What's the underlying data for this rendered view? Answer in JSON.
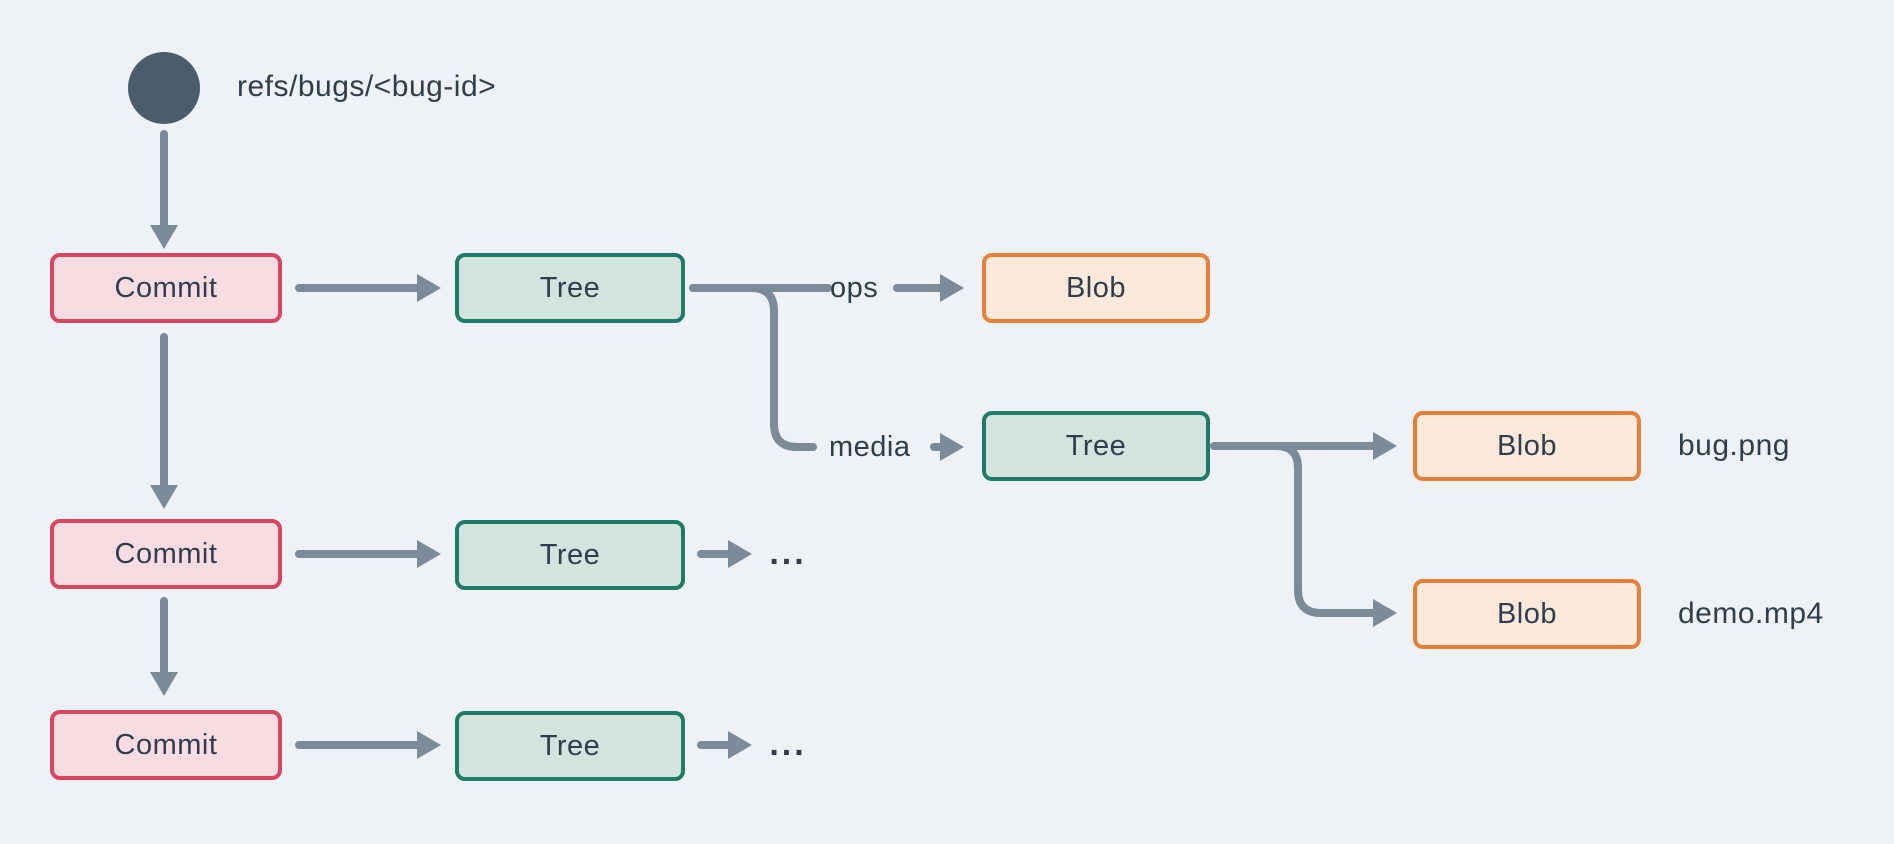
{
  "diagram": {
    "ref": {
      "label": "refs/bugs/<bug-id>"
    },
    "node_labels": {
      "commit": "Commit",
      "tree": "Tree",
      "blob": "Blob"
    },
    "edge_labels": {
      "ops": "ops",
      "media": "media"
    },
    "file_annotations": {
      "bug_png": "bug.png",
      "demo_mp4": "demo.mp4"
    },
    "ellipsis": "...",
    "colors": {
      "background": "#eef1f5",
      "connector": "#7b8b99",
      "ref_circle": "#4b5c6b",
      "text": "#2e3e4e",
      "commit_fill": "#f9dce1",
      "commit_border": "#d8455f",
      "tree_fill": "#d3e4de",
      "tree_border": "#1e7b67",
      "blob_fill": "#fce9da",
      "blob_border": "#e3813b"
    }
  }
}
